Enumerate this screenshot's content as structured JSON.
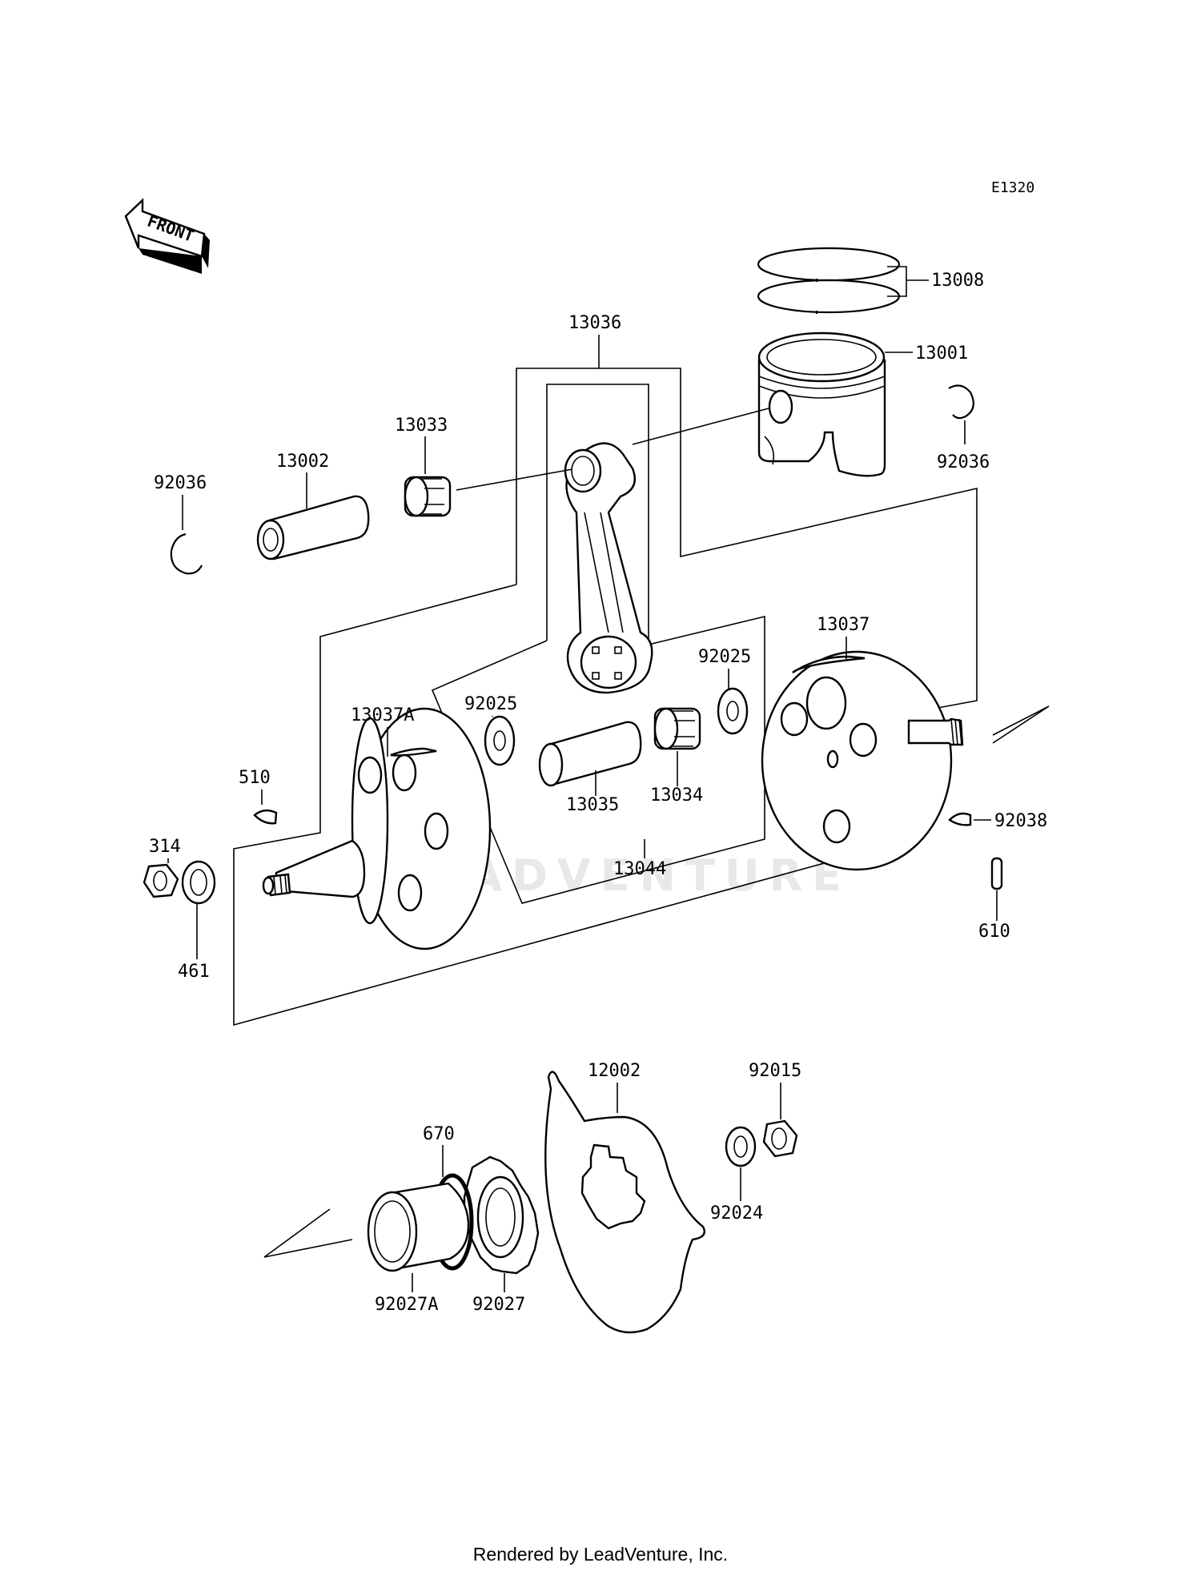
{
  "diagram_code": "E1320",
  "front_arrow": "FRONT",
  "watermark": "LEADVENTURE",
  "footer": "Rendered by LeadVenture, Inc.",
  "labels": {
    "p13008": "13008",
    "p13001": "13001",
    "p13036": "13036",
    "p13033": "13033",
    "p13002": "13002",
    "p92036_left": "92036",
    "p92036_right": "92036",
    "p13037": "13037",
    "p92025_right": "92025",
    "p92025_left": "92025",
    "p13037A": "13037A",
    "p510": "510",
    "p314": "314",
    "p461": "461",
    "p13035": "13035",
    "p13034": "13034",
    "p13044": "13044",
    "p92038": "92038",
    "p610": "610",
    "p12002": "12002",
    "p92015": "92015",
    "p670": "670",
    "p92024": "92024",
    "p92027": "92027",
    "p92027A": "92027A"
  }
}
